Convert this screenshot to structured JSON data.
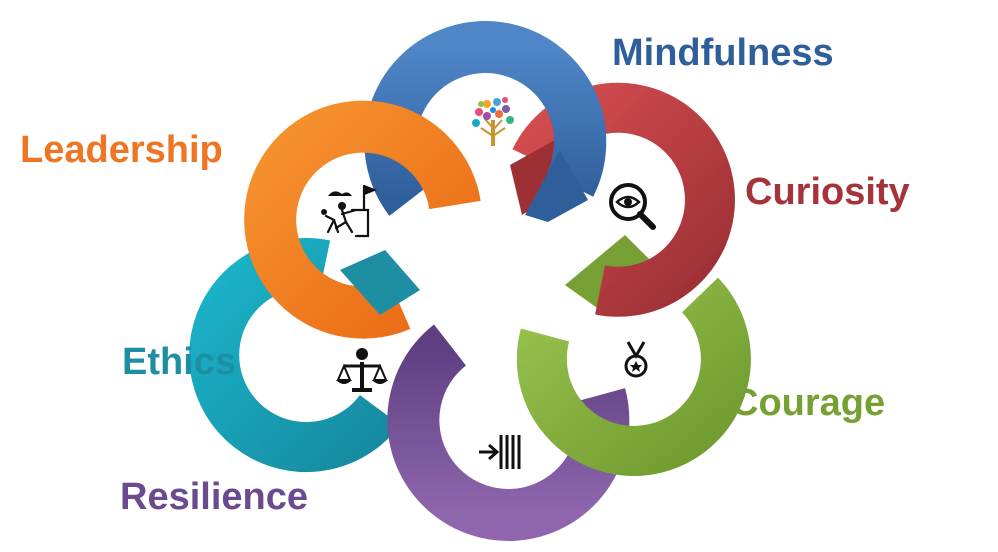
{
  "values": [
    {
      "label": "Mindfulness",
      "color": "#2f5f9a",
      "ring_color": "#4a7fc1",
      "icon": "tree-icon"
    },
    {
      "label": "Curiosity",
      "color": "#a4343a",
      "ring_color": "#cf4a4d",
      "icon": "eye-magnifier-icon"
    },
    {
      "label": "Courage",
      "color": "#77a034",
      "ring_color": "#8fbd48",
      "icon": "medal-icon"
    },
    {
      "label": "Resilience",
      "color": "#6b4a8e",
      "ring_color": "#8a63a8",
      "icon": "arrow-barrier-icon"
    },
    {
      "label": "Ethics",
      "color": "#1e8fa3",
      "ring_color": "#1aa8c0",
      "icon": "scales-icon"
    },
    {
      "label": "Leadership",
      "color": "#ee7522",
      "ring_color": "#f7882b",
      "icon": "climbing-flag-icon"
    }
  ]
}
